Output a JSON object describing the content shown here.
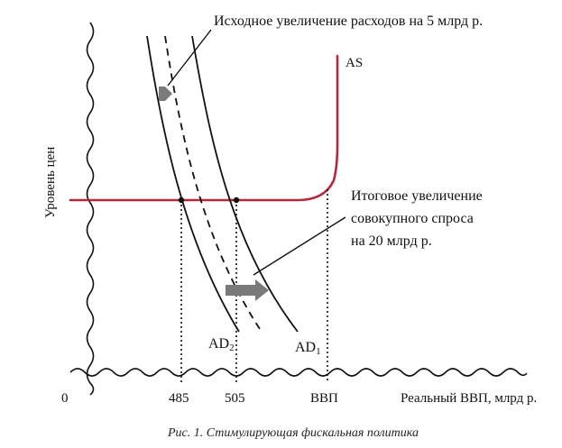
{
  "axes": {
    "y_label": "Уровень цен",
    "x_label": "Реальный ВВП, млрд р.",
    "origin_label": "0"
  },
  "ticks": {
    "t485": "485",
    "t505": "505",
    "vvp": "ВВП"
  },
  "curves": {
    "as": "AS",
    "ad1_main": "AD",
    "ad1_sub": "1",
    "ad2_main": "AD",
    "ad2_sub": "2"
  },
  "annotations": {
    "initial": "Исходное увеличение расходов на 5 млрд р.",
    "total_line1": "Итоговое увеличение",
    "total_line2": "совокупного спроса",
    "total_line3": "на 20 млрд р."
  },
  "caption": "Рис. 1. Стимулирующая фискальная политика",
  "colors": {
    "as_curve": "#b5293a",
    "curves": "#111111",
    "arrow_fill": "#7a7a7a"
  }
}
